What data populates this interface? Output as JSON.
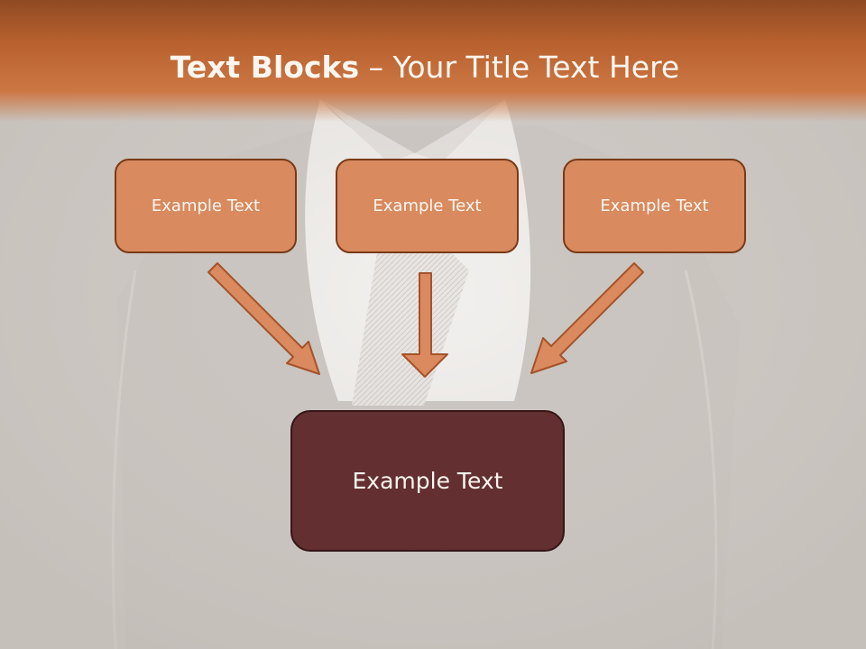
{
  "title": {
    "bold": "Text Blocks",
    "dash": " – ",
    "rest": "Your Title Text Here"
  },
  "boxes": {
    "left": "Example Text",
    "center": "Example Text",
    "right": "Example Text",
    "bottom": "Example Text"
  },
  "colors": {
    "header": "#c46e3d",
    "box_fill": "#d98a5e",
    "box_border": "#7a3a18",
    "bottom_fill": "#632f31",
    "arrow_fill": "#da8a5e",
    "background": "#cdc8c3"
  }
}
